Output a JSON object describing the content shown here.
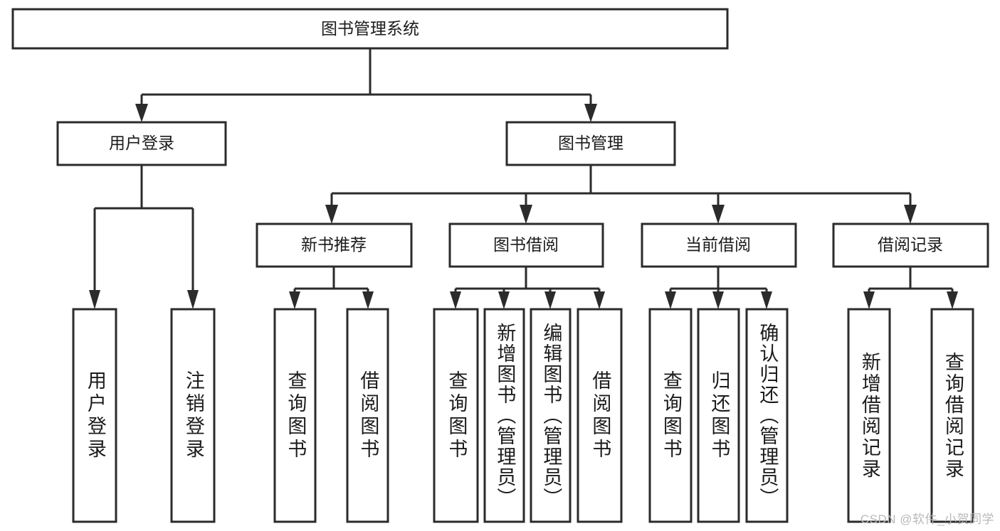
{
  "diagram": {
    "type": "tree",
    "title": "图书管理系统",
    "watermark": "CSDN @软件_小贺同学",
    "colors": {
      "background": "#ffffff",
      "stroke": "#2b2b2b",
      "text": "#1b1b1b",
      "watermark": "#b9b9b9"
    },
    "root": {
      "label": "图书管理系统"
    },
    "level2": [
      {
        "label": "用户登录"
      },
      {
        "label": "图书管理"
      }
    ],
    "level3": [
      {
        "label": "新书推荐"
      },
      {
        "label": "图书借阅"
      },
      {
        "label": "当前借阅"
      },
      {
        "label": "借阅记录"
      }
    ],
    "leaves": {
      "user_login": [
        {
          "label": "用户登录"
        },
        {
          "label": "注销登录"
        }
      ],
      "new_book_recommend": [
        {
          "label": "查询图书"
        },
        {
          "label": "借阅图书"
        }
      ],
      "book_borrow": [
        {
          "label": "查询图书"
        },
        {
          "label": "新增图书（管理员）"
        },
        {
          "label": "编辑图书（管理员）"
        },
        {
          "label": "借阅图书"
        }
      ],
      "current_borrow": [
        {
          "label": "查询图书"
        },
        {
          "label": "归还图书"
        },
        {
          "label": "确认归还（管理员）"
        }
      ],
      "borrow_record": [
        {
          "label": "新增借阅记录"
        },
        {
          "label": "查询借阅记录"
        }
      ]
    }
  }
}
